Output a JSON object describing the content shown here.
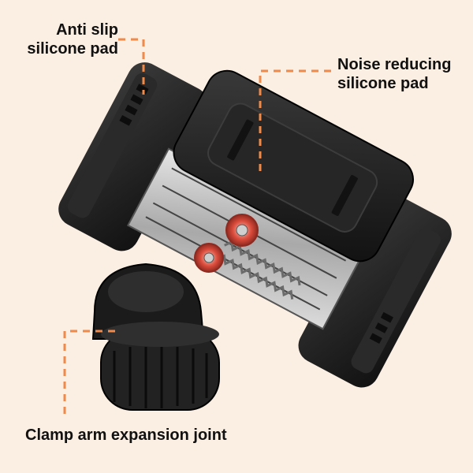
{
  "callouts": {
    "anti_slip": {
      "line1": "Anti slip",
      "line2": "silicone pad"
    },
    "noise_reducing": {
      "line1": "Noise reducing",
      "line2": "silicone pad"
    },
    "clamp_arm": {
      "text": "Clamp arm expansion joint"
    }
  },
  "colors": {
    "background": "#fbeee3",
    "leader_line": "#f08a4b",
    "body_black": "#1e1e1e",
    "metal": "#c9c9c9",
    "gear_red": "#d94a3a"
  },
  "icons": {
    "product": "phone-holder-clamp",
    "mount": "ball-joint-mount"
  }
}
